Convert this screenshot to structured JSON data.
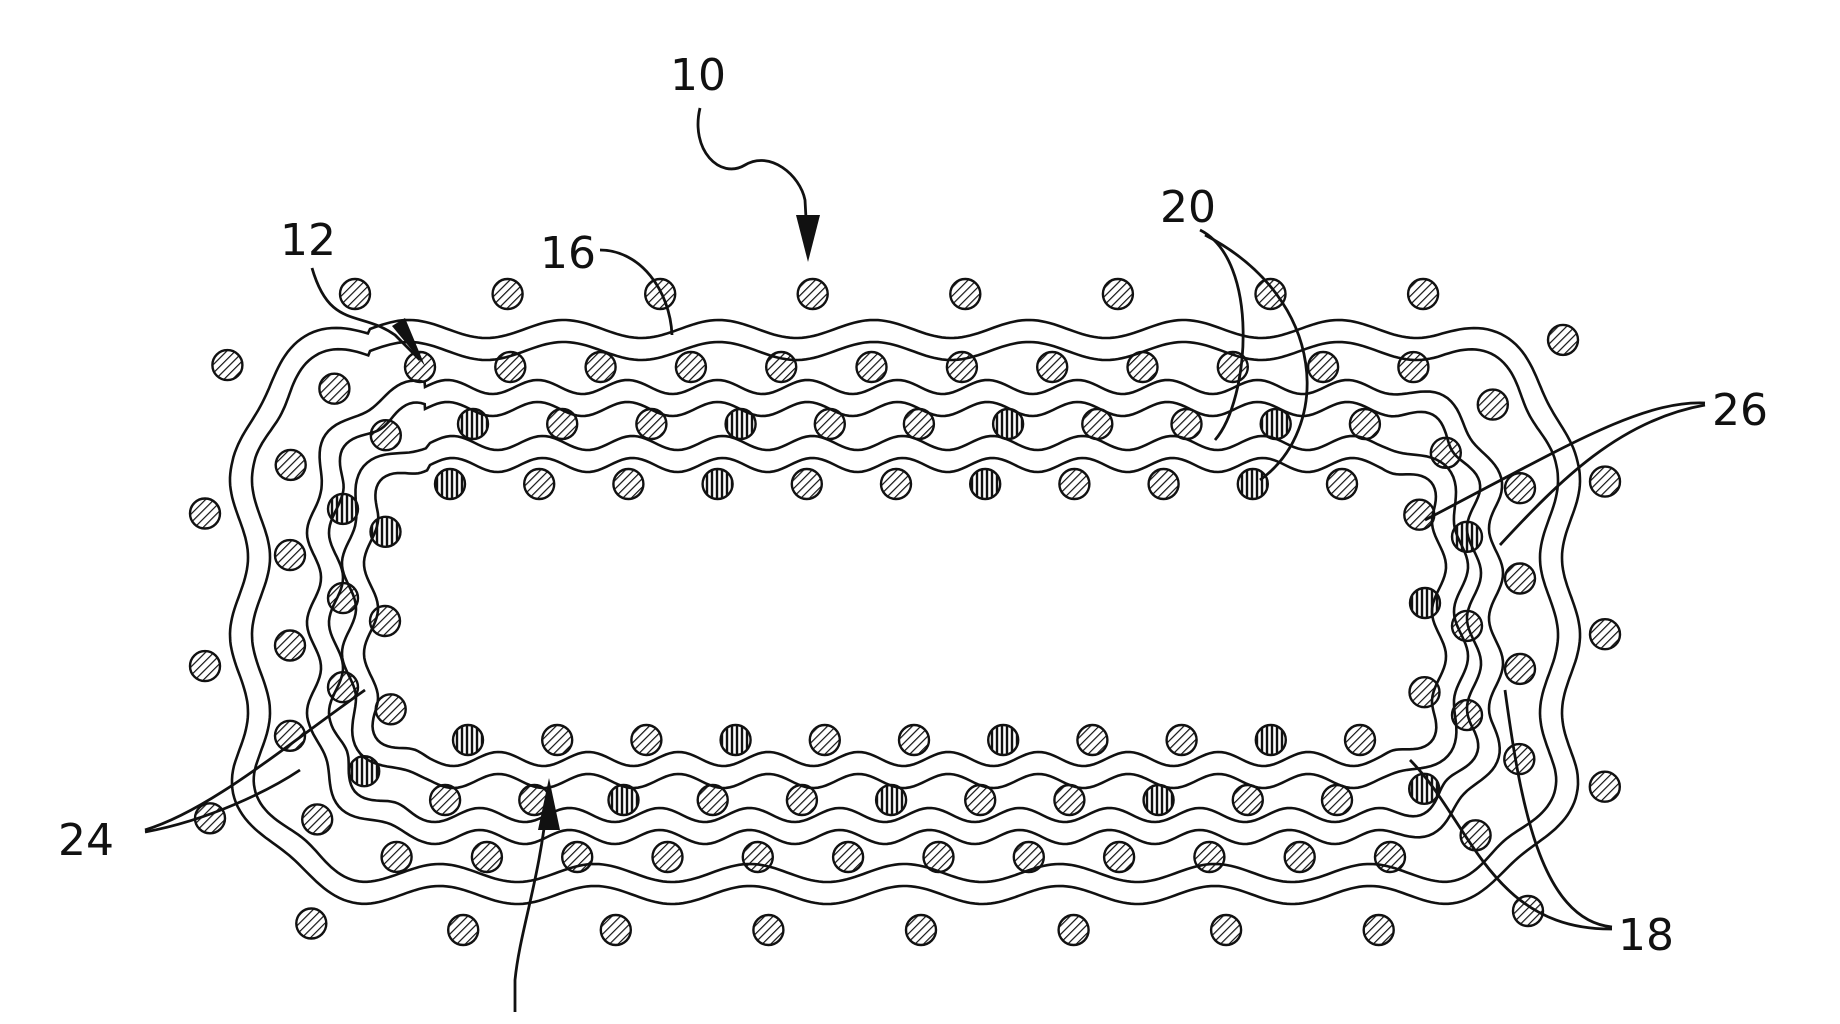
{
  "figure": {
    "labels": {
      "assembly": "10",
      "sheath": "12",
      "outer_fiber": "16",
      "fiber_20": "20",
      "layer_26": "26",
      "layer_24": "24",
      "fiber_18": "18"
    },
    "colors": {
      "ink": "#111111",
      "background": "#ffffff"
    }
  }
}
